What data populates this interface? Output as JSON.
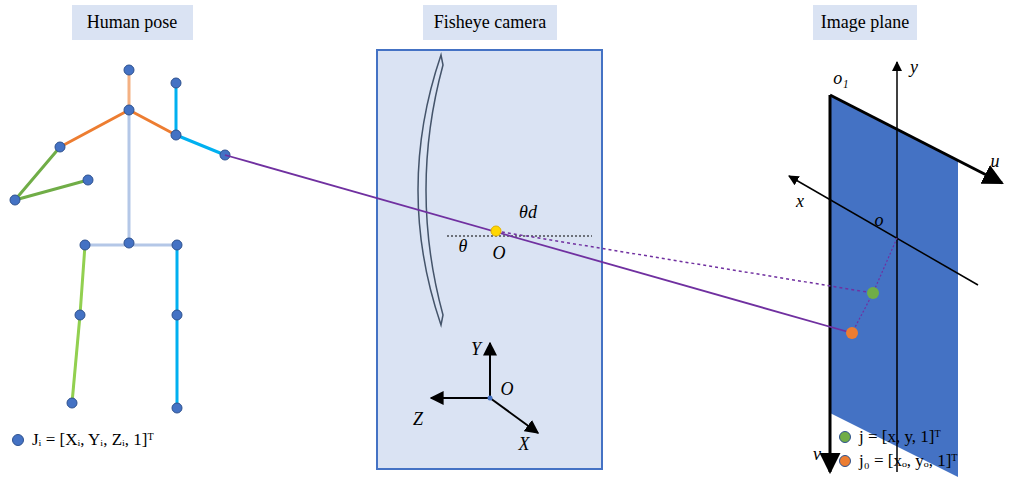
{
  "diagram": {
    "nodes": [
      {
        "text": [
          "Human pose"
        ]
      },
      {
        "text": [
          "Fisheye camera"
        ]
      },
      {
        "text": [
          "Image plane"
        ]
      }
    ],
    "labels": [
      "θ",
      "O",
      "θd",
      "Y",
      "Z",
      "O",
      "X",
      "o₁",
      "y",
      "u",
      "x",
      "o",
      "v"
    ],
    "legend": [
      {
        "text": "Jᵢ = [Xᵢ, Yᵢ, Zᵢ, 1]ᵀ",
        "color": "#4472c4"
      },
      {
        "text": "j = [x, y, 1]ᵀ",
        "color": "#70ad47"
      },
      {
        "text": "j₀ = [xₒ, yₒ, 1]ᵀ",
        "color": "#ed7d31"
      }
    ]
  }
}
